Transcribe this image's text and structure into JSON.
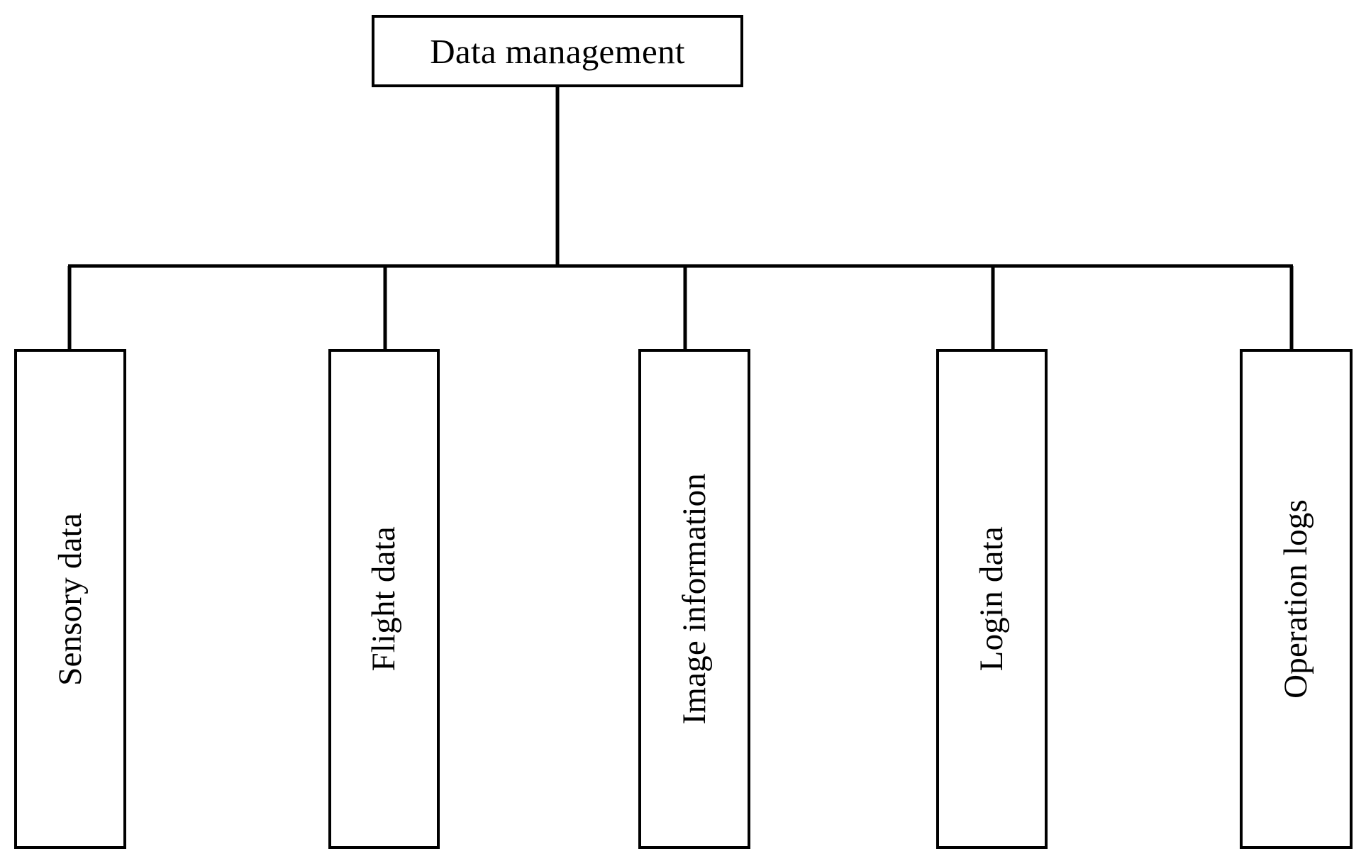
{
  "diagram": {
    "title": "Data management",
    "type": "hierarchy-tree",
    "orientation": "top-down",
    "colors": {
      "background": "#ffffff",
      "stroke": "#000000",
      "text": "#000000"
    },
    "root": {
      "id": "data-management",
      "label": "Data management",
      "text_orientation": "horizontal"
    },
    "children": [
      {
        "id": "sensory-data",
        "label": "Sensory data",
        "text_orientation": "vertical"
      },
      {
        "id": "flight-data",
        "label": "Flight data",
        "text_orientation": "vertical"
      },
      {
        "id": "image-information",
        "label": "Image information",
        "text_orientation": "vertical"
      },
      {
        "id": "login-data",
        "label": "Login data",
        "text_orientation": "vertical"
      },
      {
        "id": "operation-logs",
        "label": "Operation logs",
        "text_orientation": "vertical"
      }
    ]
  }
}
